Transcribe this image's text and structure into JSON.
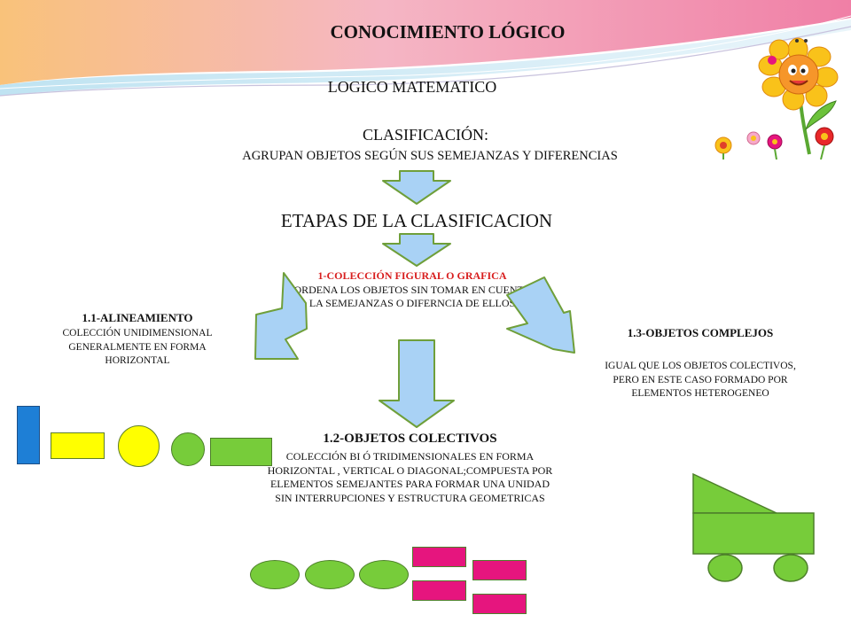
{
  "title": "CONOCIMIENTO LÓGICO",
  "subtitle": "LOGICO MATEMATICO",
  "classification": {
    "heading": "CLASIFICACIÓN:",
    "description": "AGRUPAN OBJETOS SEGÚN SUS SEMEJANZAS Y DIFERENCIAS"
  },
  "stages_heading": "ETAPAS DE LA CLASIFICACION",
  "stage1": {
    "title": "1-COLECCIÓN FIGURAL O GRAFICA",
    "description": "ORDENA  LOS OBJETOS SIN TOMAR EN CUENTA LA SEMEJANZAS O DIFERNCIA DE ELLOS"
  },
  "stage11": {
    "title": "1.1-ALINEAMIENTO",
    "description": "COLECCIÓN UNIDIMENSIONAL GENERALMENTE EN FORMA HORIZONTAL"
  },
  "stage12": {
    "title": "1.2-OBJETOS COLECTIVOS",
    "description": "COLECCIÓN BI Ó TRIDIMENSIONALES EN FORMA HORIZONTAL , VERTICAL O DIAGONAL;COMPUESTA POR ELEMENTOS SEMEJANTES PARA FORMAR UNA UNIDAD SIN INTERRUPCIONES Y ESTRUCTURA GEOMETRICAS"
  },
  "stage13": {
    "title": "1.3-OBJETOS COMPLEJOS",
    "description": "IGUAL QUE LOS OBJETOS COLECTIVOS, PERO  EN ESTE CASO FORMADO POR ELEMENTOS HETEROGENEO"
  },
  "colors": {
    "arrow_fill": "#a9d2f5",
    "arrow_stroke": "#6f9f3a",
    "shape_green": "#77cc3a",
    "shape_yellow": "#ffff00",
    "shape_blue": "#1e7fd6",
    "shape_pink": "#e6157e",
    "heading_red": "#d81e1e"
  },
  "icons": [
    "flower-bee-clipart-icon",
    "small-flowers-icon"
  ]
}
